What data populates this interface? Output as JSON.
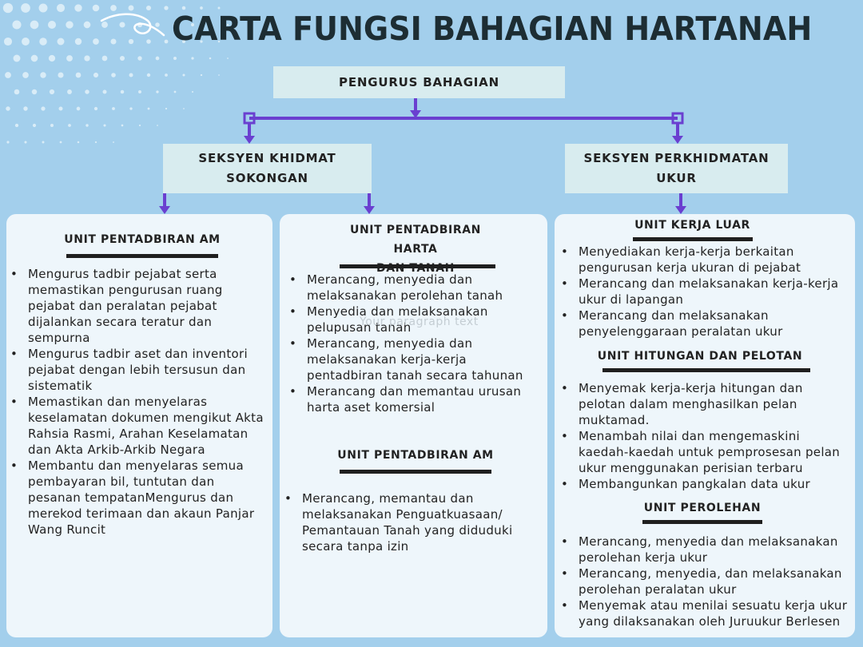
{
  "title": "CARTA FUNGSI BAHAGIAN HARTANAH",
  "top_box": "PENGURUS BAHAGIAN",
  "left_section": {
    "line1": "SEKSYEN KHIDMAT",
    "line2": "SOKONGAN"
  },
  "right_section": {
    "line1": "SEKSYEN PERKHIDMATAN",
    "line2": "UKUR"
  },
  "ghost_text": "Your paragraph text",
  "card1": {
    "title": "UNIT PENTADBIRAN AM",
    "items": [
      " Mengurus tadbir pejabat serta memastikan pengurusan ruang pejabat dan peralatan pejabat dijalankan secara teratur dan sempurna",
      " Mengurus tadbir aset dan inventori pejabat dengan lebih tersusun dan sistematik",
      "Memastikan dan menyelaras keselamatan dokumen mengikut Akta Rahsia Rasmi, Arahan Keselamatan dan Akta Arkib-Arkib Negara",
      "Membantu dan menyelaras semua pembayaran bil, tuntutan dan pesanan tempatanMengurus dan merekod terimaan dan akaun Panjar Wang Runcit"
    ]
  },
  "card2": {
    "title_line1": "UNIT PENTADBIRAN HARTA",
    "title_line2": "DAN TANAH",
    "items": [
      " Merancang, menyedia dan melaksanakan perolehan tanah",
      "Menyedia dan melaksanakan pelupusan tanah",
      "Merancang, menyedia dan melaksanakan kerja-kerja pentadbiran tanah secara tahunan",
      "Merancang dan memantau urusan harta aset komersial"
    ],
    "title2": "UNIT PENTADBIRAN AM",
    "items2": [
      "Merancang, memantau dan melaksanakan Penguatkuasaan/ Pemantauan Tanah yang diduduki secara tanpa izin"
    ]
  },
  "card3": {
    "title": "UNIT KERJA LUAR",
    "items": [
      "Menyediakan kerja-kerja berkaitan pengurusan kerja ukuran di pejabat",
      "Merancang dan melaksanakan kerja-kerja ukur di lapangan",
      "Merancang dan melaksanakan penyelenggaraan peralatan ukur"
    ],
    "title2": "UNIT HITUNGAN DAN PELOTAN",
    "items2": [
      "Menyemak kerja-kerja hitungan dan pelotan dalam menghasilkan pelan muktamad.",
      "Menambah nilai dan mengemaskini kaedah-kaedah untuk pemprosesan pelan ukur menggunakan perisian terbaru",
      "Membangunkan pangkalan data ukur"
    ],
    "title3": "UNIT PEROLEHAN",
    "items3": [
      "Merancang, menyedia dan melaksanakan perolehan kerja ukur",
      "Merancang, menyedia, dan melaksanakan perolehan peralatan ukur",
      "Menyemak atau menilai sesuatu kerja ukur yang dilaksanakan oleh Juruukur Berlesen"
    ]
  },
  "colors": {
    "background": "#a3cfec",
    "connector": "#6a3fd0",
    "box": "#d8ecef",
    "card": "#eef6fb"
  }
}
